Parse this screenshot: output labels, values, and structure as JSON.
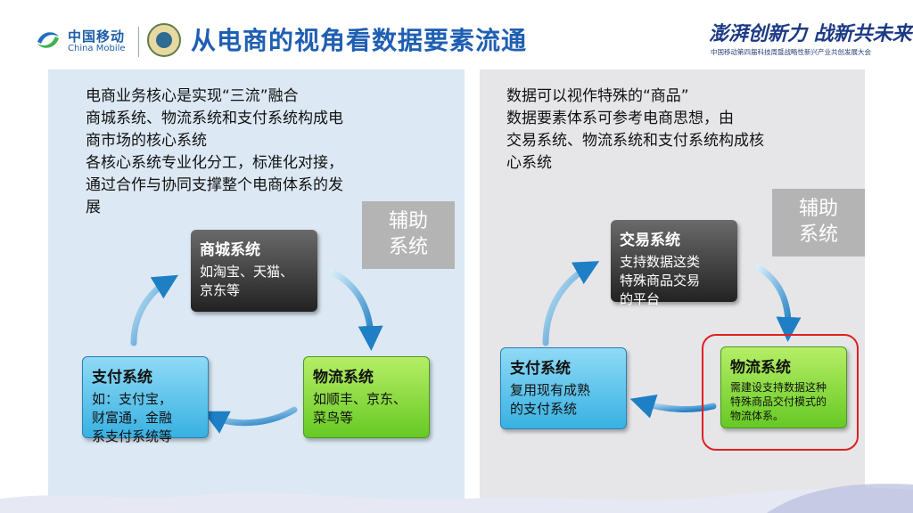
{
  "header": {
    "logo_cn": "中国移动",
    "logo_en": "China Mobile",
    "title": "从电商的视角看数据要素流通",
    "slogan": "澎湃创新力 战新共未来",
    "sub_slogan": "中国移动第四届科技周暨战略性新兴产业共创发展大会"
  },
  "left_panel": {
    "intro_lines": [
      "电商业务核心是实现“三流”融合",
      "商城系统、物流系统和支付系统构成电",
      "商市场的核心系统",
      "各核心系统专业化分工，标准化对接，",
      "通过合作与协同支撑整个电商体系的发",
      "展"
    ],
    "aux": {
      "line1": "辅助",
      "line2": "系统"
    },
    "mall": {
      "title": "商城系统",
      "desc1": "如淘宝、天猫、",
      "desc2": "京东等"
    },
    "pay": {
      "title": "支付系统",
      "desc1": "如：支付宝，",
      "desc2": "财富通，金融",
      "desc3": "系支付系统等"
    },
    "logistics": {
      "title": "物流系统",
      "desc1": "如顺丰、京东、",
      "desc2": "菜鸟等"
    }
  },
  "right_panel": {
    "intro_lines": [
      "数据可以视作特殊的“商品”",
      "数据要素体系可参考电商思想，由",
      "交易系统、物流系统和支付系统构成核",
      "心系统"
    ],
    "aux": {
      "line1": "辅助",
      "line2": "系统"
    },
    "trade": {
      "title": "交易系统",
      "desc1": "支持数据这类",
      "desc2": "特殊商品交易",
      "desc3": "的平台"
    },
    "pay": {
      "title": "支付系统",
      "desc1": "复用现有成熟",
      "desc2": "的支付系统"
    },
    "logistics": {
      "title": "物流系统",
      "desc1": "需建设支持数据这种",
      "desc2": "特殊商品交付模式的",
      "desc3": "物流体系。"
    }
  },
  "colors": {
    "title_blue": "#1f5fb3",
    "left_panel_bg": "#dce8f3",
    "right_panel_bg": "#e6e6e9",
    "aux_gray": "#b4b4b4",
    "highlight_red": "#e02020"
  },
  "icons": [
    "china-mobile-logo-icon",
    "emblem-icon",
    "cycle-arrow-icon"
  ]
}
